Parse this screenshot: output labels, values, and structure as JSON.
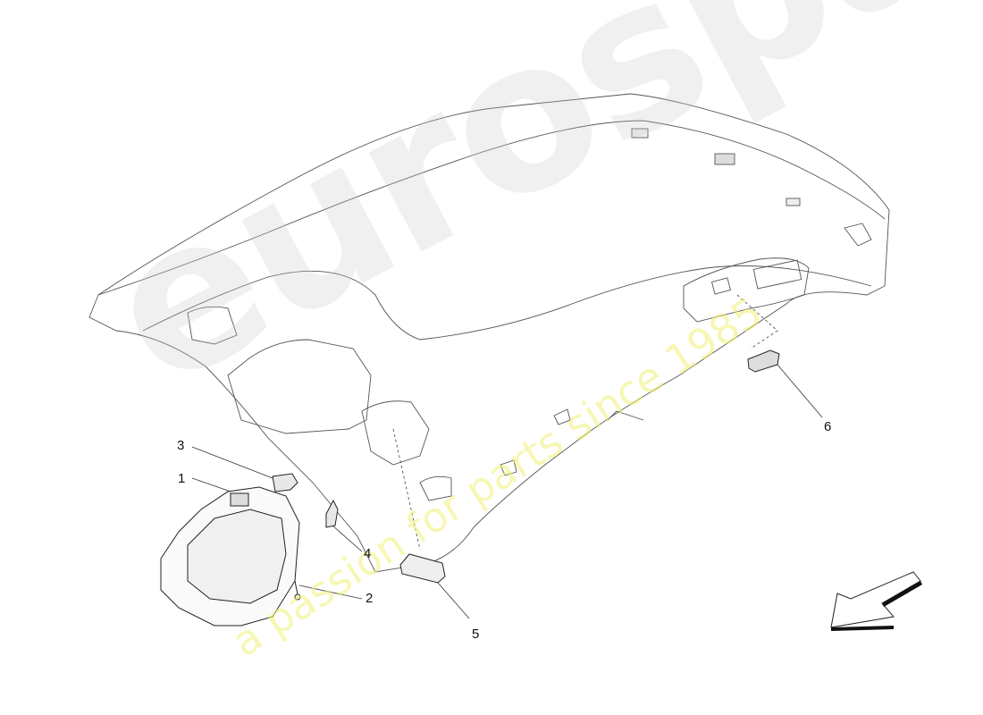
{
  "diagram": {
    "type": "exploded parts diagram",
    "subject": "roof headliner with interior courtesy lights",
    "callouts": [
      {
        "number": "1",
        "part": "front overhead console / dome light"
      },
      {
        "number": "2",
        "part": "screw"
      },
      {
        "number": "3",
        "part": "bracket"
      },
      {
        "number": "4",
        "part": "bracket"
      },
      {
        "number": "5",
        "part": "courtesy light (middle)"
      },
      {
        "number": "6",
        "part": "courtesy light (rear)"
      }
    ],
    "direction_arrow": "front-of-vehicle-arrow"
  },
  "watermark": {
    "main": "eurospares",
    "sub": "a passion for parts since 1985",
    "main_color": "#c8c8c8",
    "sub_color": "#f0f078"
  },
  "labels": {
    "c1": "1",
    "c2": "2",
    "c3": "3",
    "c4": "4",
    "c5": "5",
    "c6": "6"
  }
}
